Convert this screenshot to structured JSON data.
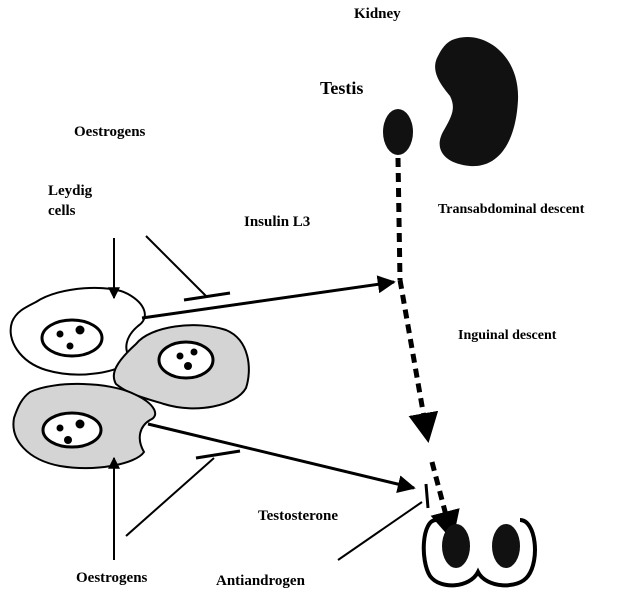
{
  "labels": {
    "kidney": "Kidney",
    "testis": "Testis",
    "oestrogens_top": "Oestrogens",
    "leydig_line1": "Leydig",
    "leydig_line2": "cells",
    "insulin_l3": "Insulin L3",
    "transabdominal": "Transabdominal descent",
    "inguinal": "Inguinal descent",
    "testosterone": "Testosterone",
    "oestrogens_bottom": "Oestrogens",
    "antiandrogen": "Antiandrogen"
  },
  "colors": {
    "ink": "#000000",
    "cell_fill_white": "#ffffff",
    "cell_fill_grey": "#d4d4d4",
    "organ_fill": "#111111",
    "background": "#ffffff"
  }
}
